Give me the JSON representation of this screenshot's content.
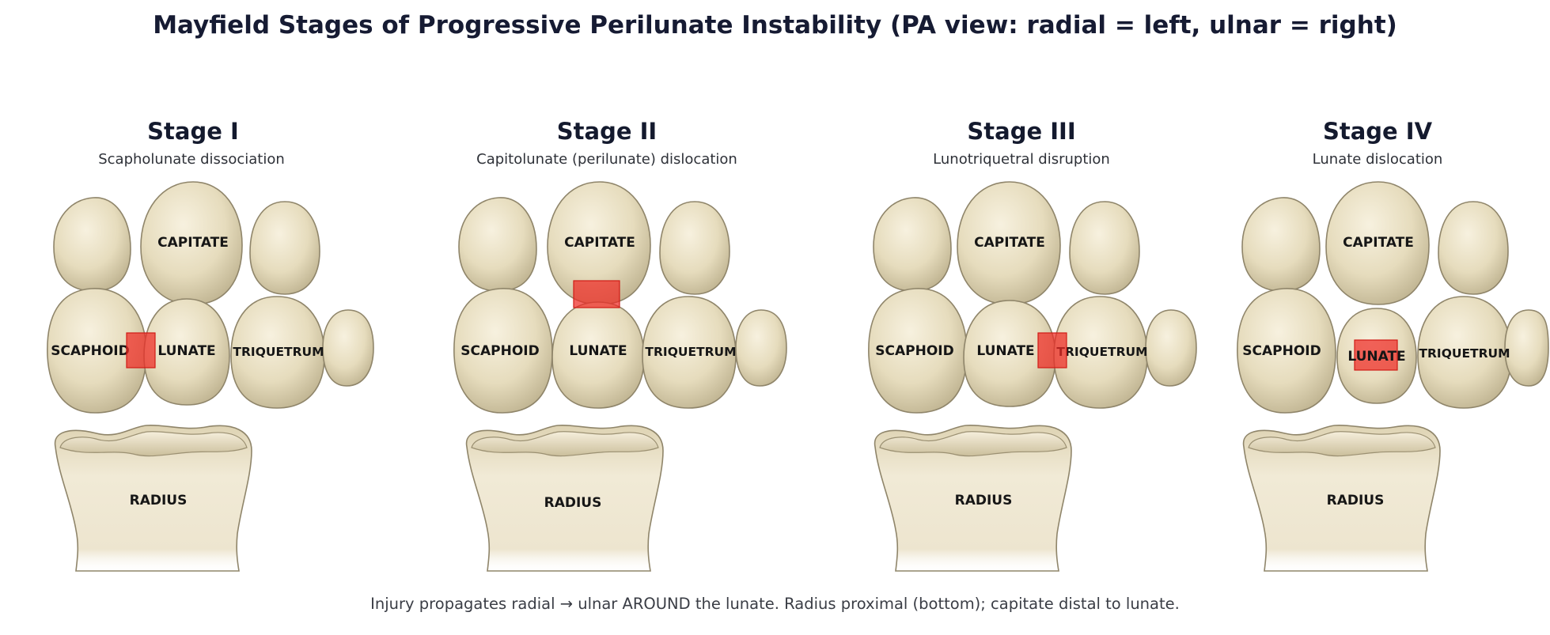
{
  "title": "Mayfield Stages of Progressive Perilunate Instability  (PA view: radial = left, ulnar = right)",
  "footer": "Injury propagates radial → ulnar AROUND the lunate.  Radius proximal (bottom); capitate distal to lunate.",
  "labels": {
    "capitate": "CAPITATE",
    "scaphoid": "SCAPHOID",
    "lunate": "LUNATE",
    "triquetrum": "TRIQUETRUM",
    "radius": "RADIUS"
  },
  "colors": {
    "bone": "#ece3c8",
    "bone_shadow": "#b9ad8a",
    "injury": "#ee2a24",
    "title": "#161b33"
  },
  "stages": [
    {
      "title": "Stage I",
      "subtitle": "Scapholunate dissociation",
      "injury_site": "scapholunate-joint"
    },
    {
      "title": "Stage II",
      "subtitle": "Capitolunate (perilunate) dislocation",
      "injury_site": "capitolunate-joint"
    },
    {
      "title": "Stage III",
      "subtitle": "Lunotriquetral disruption",
      "injury_site": "lunotriquetral-joint"
    },
    {
      "title": "Stage IV",
      "subtitle": "Lunate dislocation",
      "injury_site": "lunate"
    }
  ]
}
